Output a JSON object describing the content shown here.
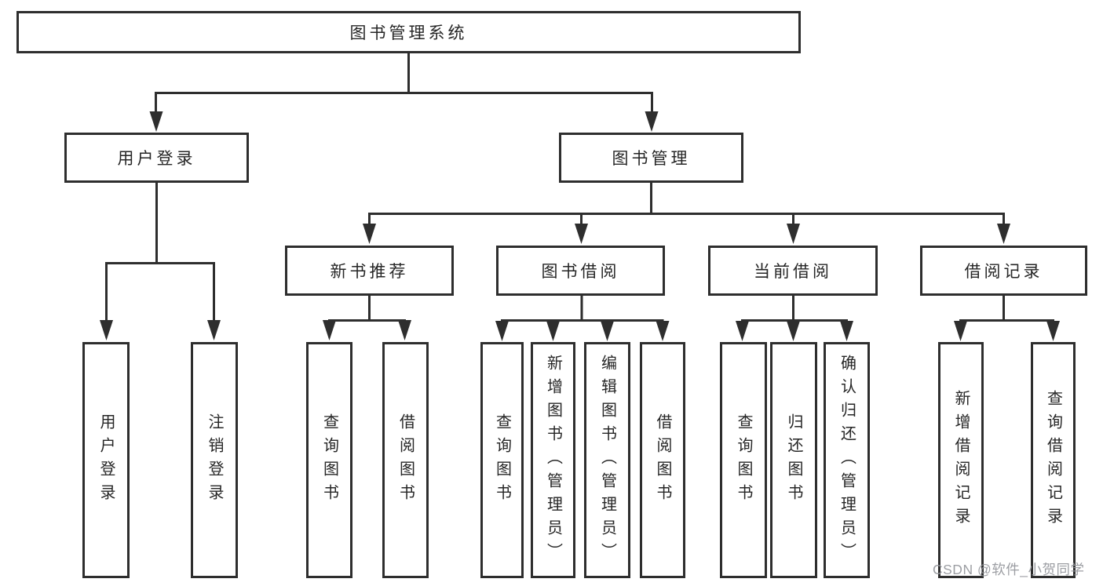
{
  "colors": {
    "line": "#2e2e2e",
    "box_border": "#2e2e2e",
    "text": "#262626",
    "background": "#ffffff",
    "watermark": "#94969b"
  },
  "watermark": {
    "text": "CSDN @软件_小贺同学"
  },
  "tree": {
    "root": {
      "label": "图书管理系统"
    },
    "branches": [
      {
        "label": "用户登录",
        "children": [
          {
            "label": "用户登录"
          },
          {
            "label": "注销登录"
          }
        ]
      },
      {
        "label": "图书管理",
        "children": [
          {
            "label": "新书推荐",
            "children": [
              {
                "label": "查询图书"
              },
              {
                "label": "借阅图书"
              }
            ]
          },
          {
            "label": "图书借阅",
            "children": [
              {
                "label": "查询图书"
              },
              {
                "label": "新增图书（管理员）"
              },
              {
                "label": "编辑图书（管理员）"
              },
              {
                "label": "借阅图书"
              }
            ]
          },
          {
            "label": "当前借阅",
            "children": [
              {
                "label": "查询图书"
              },
              {
                "label": "归还图书"
              },
              {
                "label": "确认归还（管理员）"
              }
            ]
          },
          {
            "label": "借阅记录",
            "children": [
              {
                "label": "新增借阅记录"
              },
              {
                "label": "查询借阅记录"
              }
            ]
          }
        ]
      }
    ]
  }
}
